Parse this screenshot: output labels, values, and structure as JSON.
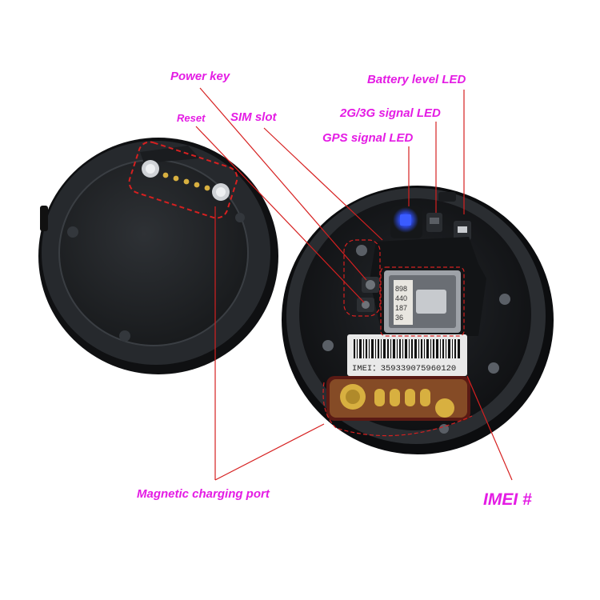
{
  "colors": {
    "callout": "#e41ce4",
    "leader": "#d62020",
    "case_dark": "#1b1d20",
    "case_mid": "#2a2d31",
    "pcb": "#121416",
    "led_blue": "#2040ff",
    "contact_gold": "#d8b040"
  },
  "labels": {
    "power_key": "Power key",
    "reset": "Reset",
    "sim_slot": "SIM slot",
    "battery_led": "Battery level LED",
    "signal_led": "2G/3G signal LED",
    "gps_led": "GPS signal LED",
    "charging_port": "Magnetic charging port",
    "imei_callout": "IMEI #"
  },
  "device": {
    "imei_label": "IMEI：359339075960120",
    "sim_card_fragments": [
      "898",
      "440",
      "187",
      "36"
    ]
  }
}
